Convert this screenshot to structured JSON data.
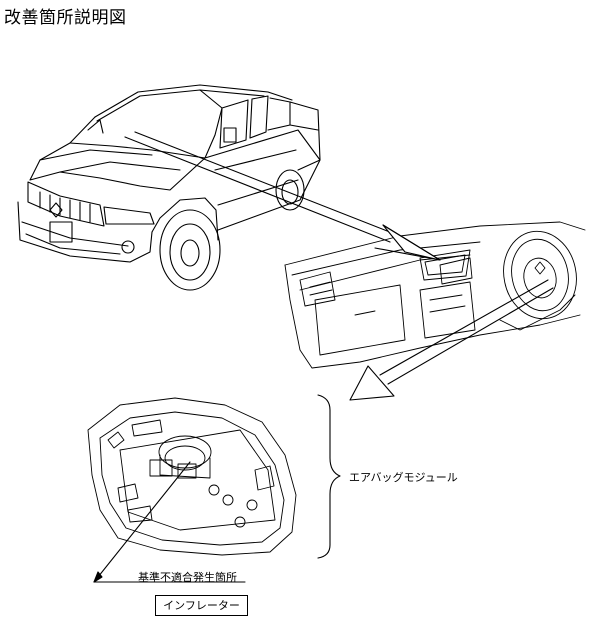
{
  "title": "改善箇所説明図",
  "labels": {
    "airbag_module": "エアバッグモジュール",
    "defect_location": "基準不適合発生箇所",
    "inflator": "インフレーター"
  }
}
